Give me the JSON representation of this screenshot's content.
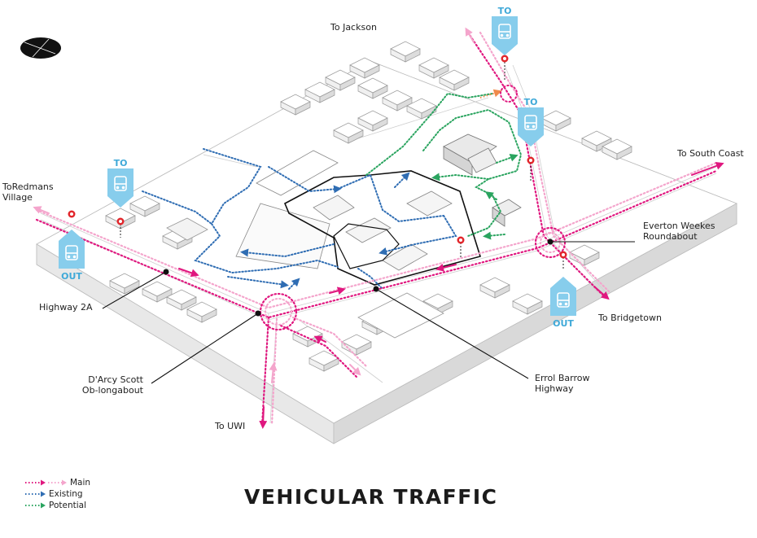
{
  "title": "VEHICULAR TRAFFIC",
  "destinations": {
    "to_jackson": "To Jackson",
    "to_redmans": "ToRedmans\nVillage",
    "to_south_coast": "To South Coast",
    "to_bridgetown": "To Bridgetown",
    "to_uwi": "To UWI"
  },
  "places": {
    "highway_2a": "Highway 2A",
    "darcy_scott": "D'Arcy Scott\nOb-longabout",
    "errol_barrow": "Errol Barrow\nHighway",
    "everton_weekes": "Everton Weekes\nRoundabout"
  },
  "bus_stops": {
    "to_label": "TO",
    "out_label": "OUT"
  },
  "legend": {
    "main": "Main",
    "existing": "Existing",
    "potential": "Potential"
  },
  "colors": {
    "main": "#e0177f",
    "main_light": "#f4a5cc",
    "existing": "#2f6db3",
    "potential": "#2aa45f",
    "bus": "#87cdec",
    "bus_text": "#3fa9d8",
    "stop": "#e2262b",
    "arrow_orange": "#ef8a4b"
  }
}
